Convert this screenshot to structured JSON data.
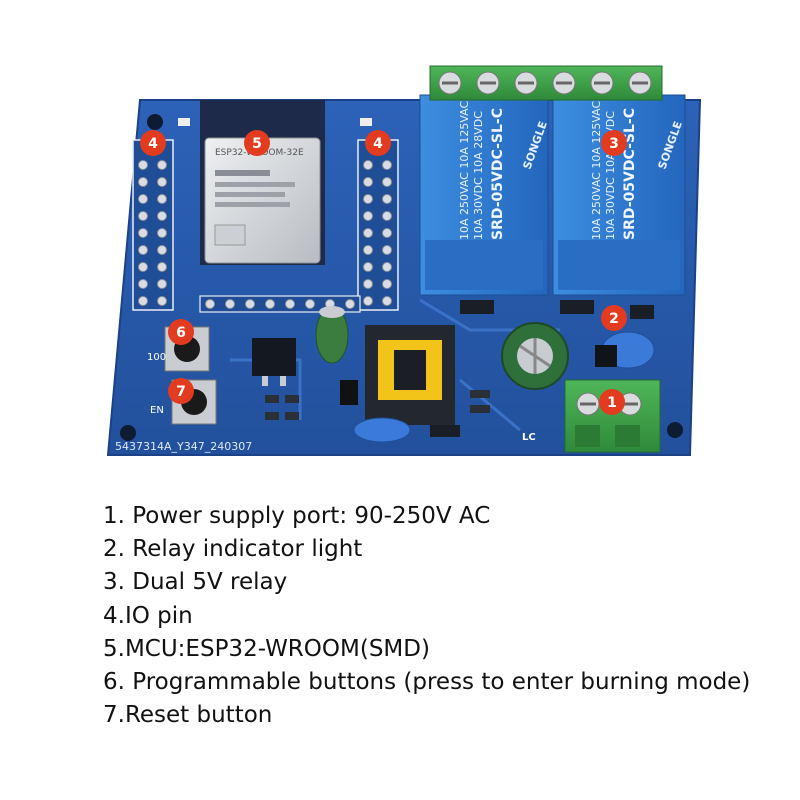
{
  "board": {
    "module_label": "ESP32-WROOM-32E",
    "pcb_code": "5437314A_Y347_240307",
    "relay_text_line1": "10A 250VAC 10A 125VAC",
    "relay_text_line2": "10A 30VDC 10A 28VDC",
    "relay_model": "SRD-05VDC-SL-C",
    "relay_brand": "SONGLE",
    "button_100_label": "100",
    "button_en_label": "EN",
    "lc_label": "LC",
    "markers": [
      {
        "number": "1"
      },
      {
        "number": "2"
      },
      {
        "number": "3"
      },
      {
        "number": "4"
      },
      {
        "number": "4"
      },
      {
        "number": "5"
      },
      {
        "number": "6"
      },
      {
        "number": "7"
      }
    ]
  },
  "legend": [
    "1. Power supply port: 90-250V AC",
    "2. Relay indicator light",
    "3. Dual 5V relay",
    "4.IO pin",
    "5.MCU:ESP32-WROOM(SMD)",
    "6. Programmable buttons (press to enter burning mode)",
    "7.Reset button"
  ],
  "colors": {
    "pcb": "#2a5fb4",
    "relay": "#2f7fd6",
    "terminal": "#3fa64a",
    "marker": "#e23b20"
  }
}
